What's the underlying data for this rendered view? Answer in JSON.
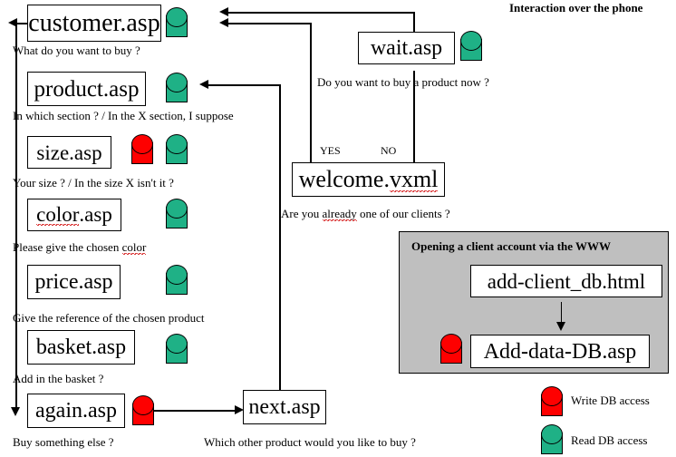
{
  "title_note": "Interaction over the phone",
  "nodes": {
    "customer": {
      "label": "customer.asp",
      "caption": "What do you want to buy ?"
    },
    "product": {
      "label": "product.asp",
      "caption": "In which section ? / In the X section, I suppose"
    },
    "size": {
      "label": "size.asp",
      "caption": "Your size ? / In the size X isn't it ?"
    },
    "color": {
      "label": "color.asp",
      "label_plain": "color",
      "label_suffix": ".asp",
      "caption_pre": "Please give the chosen ",
      "caption_word": "color",
      "caption": "Please give the chosen color"
    },
    "price": {
      "label": "price.asp",
      "caption": "Give the reference of the chosen product"
    },
    "basket": {
      "label": "basket.asp",
      "caption": "Add in the basket ?"
    },
    "again": {
      "label": "again.asp",
      "caption": "Buy something else ?"
    },
    "next": {
      "label": "next.asp",
      "caption": "Which other product would you like to buy ?"
    },
    "wait": {
      "label": "wait.asp",
      "caption": "Do you want to buy a product now ?"
    },
    "welcome": {
      "label_plain": "welcome.",
      "label_suffix": "vxml",
      "label": "welcome.vxml",
      "caption_pre": "Are you ",
      "caption_word": "already",
      "caption_post": " one of our clients ?",
      "caption": "Are you already one of our clients ?"
    },
    "add_client": {
      "label": "add-client_db.html"
    },
    "add_data": {
      "label": "Add-data-DB.asp"
    }
  },
  "branches": {
    "yes": "YES",
    "no": "NO"
  },
  "panel": {
    "title": "Opening a client account via the WWW"
  },
  "legend": [
    {
      "type": "write",
      "label": "Write DB access",
      "color": "#fe0000"
    },
    {
      "type": "read",
      "label": "Read DB access",
      "color": "#1fb186"
    }
  ],
  "colors": {
    "read": "#1fb186",
    "write": "#fe0000",
    "panel_bg": "#bfbfbf",
    "line": "#000000",
    "background": "#ffffff",
    "spellcheck": "#d00000"
  }
}
